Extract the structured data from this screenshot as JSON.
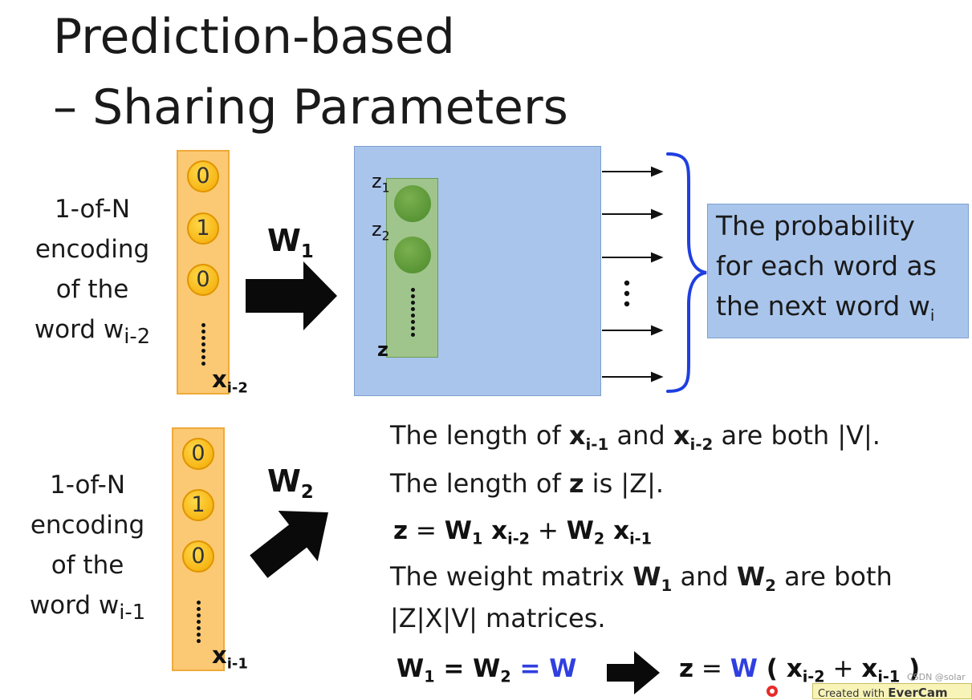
{
  "slide": {
    "title_line1": "Prediction-based",
    "title_line2": "– Sharing Parameters"
  },
  "top_input": {
    "label_line1": "1-of-N",
    "label_line2": "encoding",
    "label_line3": "of the",
    "label_word": "word w",
    "label_sub": "i-2",
    "bits": [
      "0",
      "1",
      "0"
    ],
    "var": "x",
    "var_sub": "i-2"
  },
  "bottom_input": {
    "label_line1": "1-of-N",
    "label_line2": "encoding",
    "label_line3": "of the",
    "label_word": "word w",
    "label_sub": "i-1",
    "bits": [
      "0",
      "1",
      "0"
    ],
    "var": "x",
    "var_sub": "i-1"
  },
  "weights": {
    "w1": "W",
    "w1_sub": "1",
    "w2": "W",
    "w2_sub": "2"
  },
  "network": {
    "z1": "z",
    "z1_sub": "1",
    "z2": "z",
    "z2_sub": "2",
    "z": "z"
  },
  "output": {
    "line1": "The probability",
    "line2": "for each word as",
    "line3": "the next word w",
    "line3_sub": "i"
  },
  "text": {
    "l1_a": "The length of ",
    "l1_x1": "x",
    "l1_x1_sub": "i-1",
    "l1_b": " and ",
    "l1_x2": "x",
    "l1_x2_sub": "i-2",
    "l1_c": " are both |V|.",
    "l2_a": "The length of ",
    "l2_z": "z",
    "l2_b": " is |Z|.",
    "l3": {
      "z": "z",
      "eq": " = ",
      "w1": "W",
      "w1_sub": "1",
      "x1": " x",
      "x1_sub": "i-2",
      "plus": " + ",
      "w2": "W",
      "w2_sub": "2",
      "x2": " x",
      "x2_sub": "i-1"
    },
    "l4_a": "The weight matrix ",
    "l4_w1": "W",
    "l4_w1_sub": "1",
    "l4_b": " and ",
    "l4_w2": "W",
    "l4_w2_sub": "2",
    "l4_c": " are both",
    "l5": "|Z|X|V| matrices."
  },
  "bottom_eq": {
    "w1": "W",
    "w1_sub": "1",
    "eq1": " = ",
    "w2": "W",
    "w2_sub": "2",
    "eq2": " = W",
    "z": "z",
    "eq3": " = ",
    "w": "W",
    "open": " ( ",
    "x1": "x",
    "x1_sub": "i-2",
    "plus": " + ",
    "x2": "x",
    "x2_sub": "i-1",
    "close": " )"
  },
  "badge": {
    "prefix": "Created with ",
    "brand": "EverCam"
  },
  "watermark": "CSDN @solar",
  "colors": {
    "vector_fill": "#fbc973",
    "network_fill": "#a9c5ec",
    "hidden_fill": "#9fc58c",
    "brace_blue": "#1f3fe0",
    "accent_blue": "#2f3fe0"
  }
}
